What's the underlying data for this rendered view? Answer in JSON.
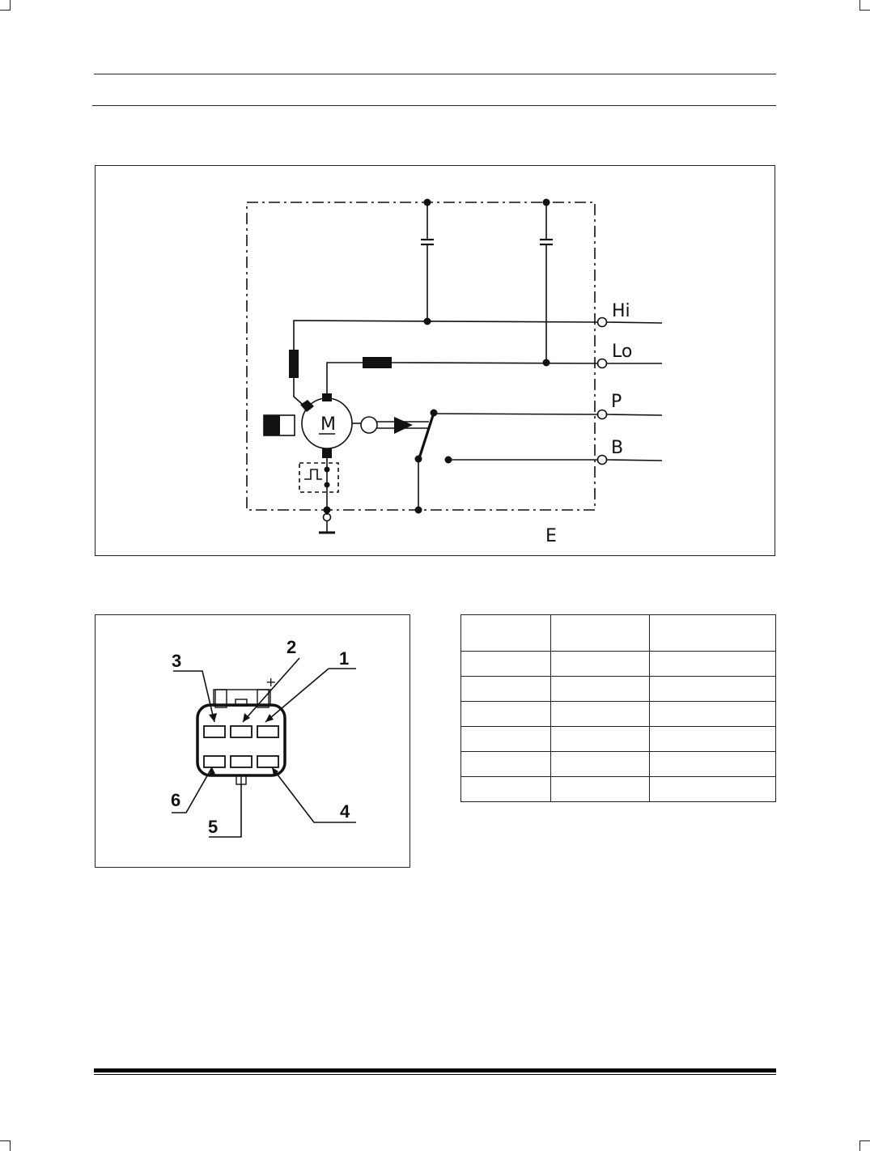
{
  "circuit": {
    "terminals": [
      {
        "id": "hi",
        "label": "Hi"
      },
      {
        "id": "lo",
        "label": "Lo"
      },
      {
        "id": "p",
        "label": "P"
      },
      {
        "id": "b",
        "label": "B"
      }
    ],
    "motor_label": "M",
    "ground_label": "E"
  },
  "connector": {
    "pins": [
      "1",
      "2",
      "3",
      "4",
      "5",
      "6"
    ]
  },
  "pin_table": {
    "headers": [
      "",
      "",
      ""
    ],
    "rows": [
      [
        "",
        "",
        ""
      ],
      [
        "",
        "",
        ""
      ],
      [
        "",
        "",
        ""
      ],
      [
        "",
        "",
        ""
      ],
      [
        "",
        "",
        ""
      ],
      [
        "",
        "",
        ""
      ]
    ]
  }
}
